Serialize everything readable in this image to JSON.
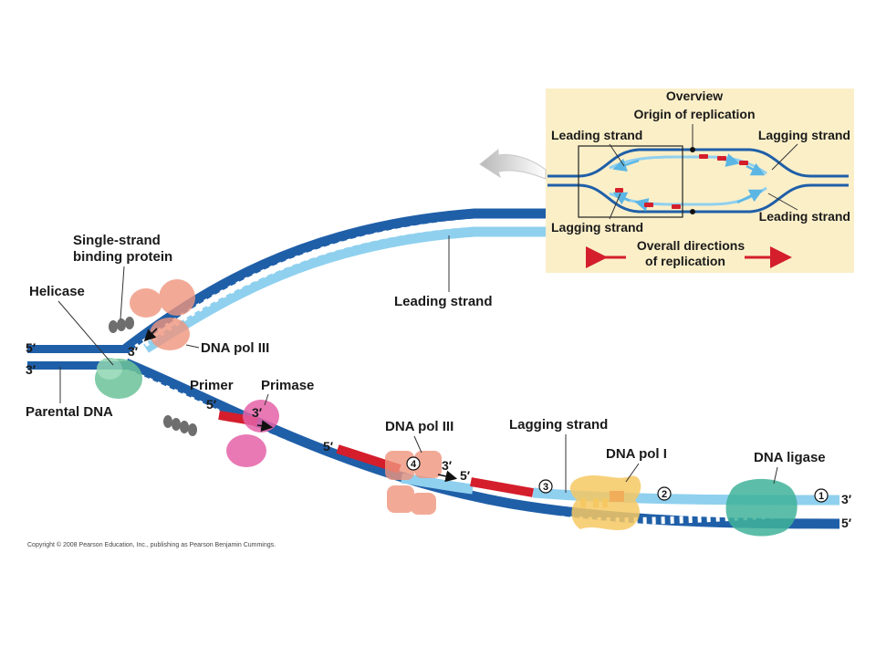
{
  "overview": {
    "title": "Overview",
    "origin": "Origin of replication",
    "leading_left": "Leading strand",
    "lagging_right": "Lagging strand",
    "lagging_left": "Lagging strand",
    "leading_right": "Leading strand",
    "directions_line1": "Overall directions",
    "directions_line2": "of replication"
  },
  "labels": {
    "ssb_line1": "Single-strand",
    "ssb_line2": "binding protein",
    "helicase": "Helicase",
    "parental": "Parental DNA",
    "dna_pol3_top": "DNA pol III",
    "leading_strand": "Leading strand",
    "primer": "Primer",
    "primase": "Primase",
    "dna_pol3_bottom": "DNA pol III",
    "lagging_strand": "Lagging strand",
    "dna_pol1": "DNA pol I",
    "dna_ligase": "DNA ligase"
  },
  "ends": {
    "five_left": "5′",
    "three_left": "3′",
    "three_pol3": "3′",
    "five_primer": "5′",
    "three_primase": "3′",
    "five_okazaki": "5′",
    "three_pol3b": "3′",
    "five_pol3b": "5′",
    "three_right": "3′",
    "five_right": "5′"
  },
  "steps": [
    "1",
    "2",
    "3",
    "4"
  ],
  "copyright": "Copyright © 2008 Pearson Education, Inc., publishing as Pearson Benjamin Cummings.",
  "colors": {
    "dark_strand": "#1f5fa8",
    "light_strand": "#8fd0ef",
    "primer": "#d41e2c",
    "overview_bg": "#fbefc8",
    "helicase": "#6cc39a",
    "primase": "#e462a8",
    "pol3": "#f0957e",
    "pol1": "#f6c863",
    "ligase": "#3fb39a",
    "ssb": "#6e6e6e"
  },
  "icons": [
    "curved-arrow-icon",
    "double-arrow-icon"
  ]
}
